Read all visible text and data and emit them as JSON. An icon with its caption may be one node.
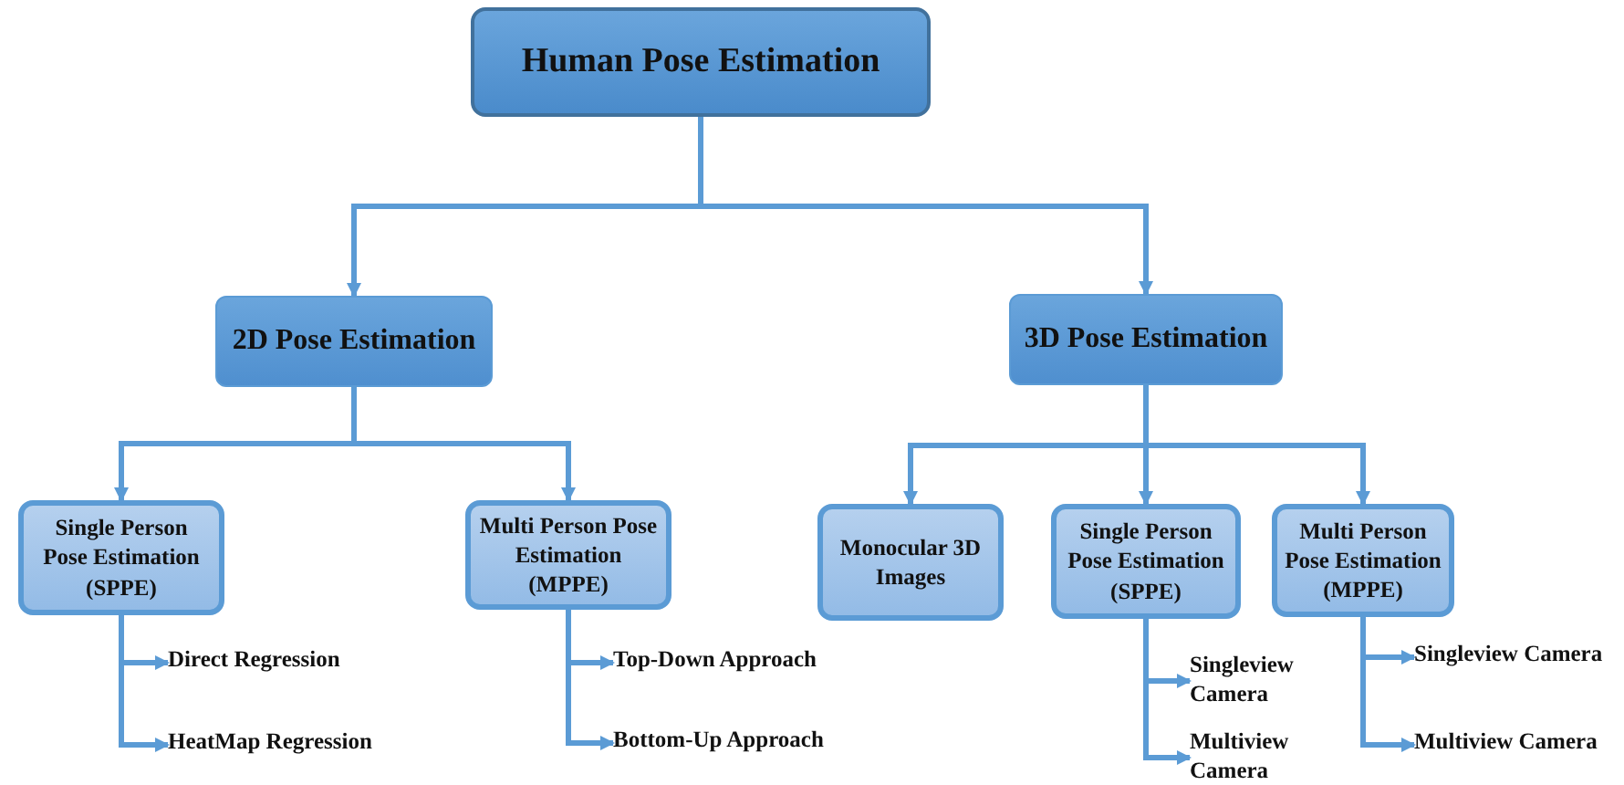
{
  "diagram": {
    "nodes": [
      {
        "text": [
          "Human Pose Estimation"
        ]
      },
      {
        "text": [
          "2D Pose Estimation"
        ]
      },
      {
        "text": [
          "3D Pose Estimation"
        ]
      },
      {
        "text": [
          "Single Person Pose Estimation (SPPE)"
        ]
      },
      {
        "text": [
          "Multi Person Pose Estimation (MPPE)"
        ]
      },
      {
        "text": [
          "Monocular 3D Images"
        ]
      },
      {
        "text": [
          "Single Person Pose Estimation (SPPE)"
        ]
      },
      {
        "text": [
          "Multi Person Pose Estimation (MPPE)"
        ]
      },
      {
        "text": [
          "Direct Regression"
        ]
      },
      {
        "text": [
          "HeatMap Regression"
        ]
      },
      {
        "text": [
          "Top-Down Approach"
        ]
      },
      {
        "text": [
          "Bottom-Up Approach"
        ]
      },
      {
        "text": [
          "Singleview Camera"
        ]
      },
      {
        "text": [
          "Multiview Camera"
        ]
      },
      {
        "text": [
          "Singleview Camera"
        ]
      },
      {
        "text": [
          "Multiview Camera"
        ]
      }
    ],
    "edges": [
      {
        "from": 0,
        "to": 1,
        "arrow": "to"
      },
      {
        "from": 0,
        "to": 2,
        "arrow": "to"
      },
      {
        "from": 1,
        "to": 3,
        "arrow": "to"
      },
      {
        "from": 1,
        "to": 4,
        "arrow": "to"
      },
      {
        "from": 2,
        "to": 5,
        "arrow": "to"
      },
      {
        "from": 2,
        "to": 6,
        "arrow": "to"
      },
      {
        "from": 2,
        "to": 7,
        "arrow": "to"
      },
      {
        "from": 3,
        "to": 8,
        "arrow": "to"
      },
      {
        "from": 3,
        "to": 9,
        "arrow": "to"
      },
      {
        "from": 4,
        "to": 10,
        "arrow": "to"
      },
      {
        "from": 4,
        "to": 11,
        "arrow": "to"
      },
      {
        "from": 6,
        "to": 12,
        "arrow": "to"
      },
      {
        "from": 6,
        "to": 13,
        "arrow": "to"
      },
      {
        "from": 7,
        "to": 14,
        "arrow": "to"
      },
      {
        "from": 7,
        "to": 15,
        "arrow": "to"
      }
    ]
  }
}
